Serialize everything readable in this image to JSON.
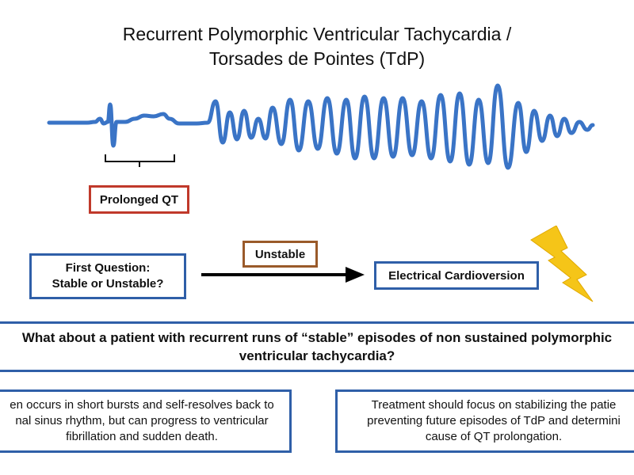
{
  "title": {
    "line1": "Recurrent Polymorphic Ventricular Tachycardia /",
    "line2": "Torsades de Pointes (TdP)"
  },
  "ecg": {
    "icon": "ecg-waveform",
    "color": "#3a74c6"
  },
  "labels": {
    "prolonged_qt": "Prolonged QT",
    "first_question_line1": "First Question:",
    "first_question_line2": "Stable or Unstable?",
    "unstable": "Unstable",
    "cardioversion": "Electrical Cardioversion"
  },
  "question": {
    "line1": "What about a patient with recurrent runs of “stable” episodes of non sustained polymorphic",
    "line2": "ventricular tachycardia?"
  },
  "left_note": {
    "line1": "en occurs in short bursts and self-resolves back to",
    "line2": "nal sinus rhythm, but can progress to ventricular",
    "line3": "fibrillation and sudden death."
  },
  "right_note": {
    "line1": "Treatment should focus on stabilizing the patie",
    "line2": "preventing future episodes of TdP and determini",
    "line3": "cause of QT prolongation."
  },
  "colors": {
    "box_border_blue": "#2f5fa8",
    "box_border_red": "#c0392b",
    "box_border_brown": "#9a5a2a",
    "lightning": "#f5c518"
  }
}
